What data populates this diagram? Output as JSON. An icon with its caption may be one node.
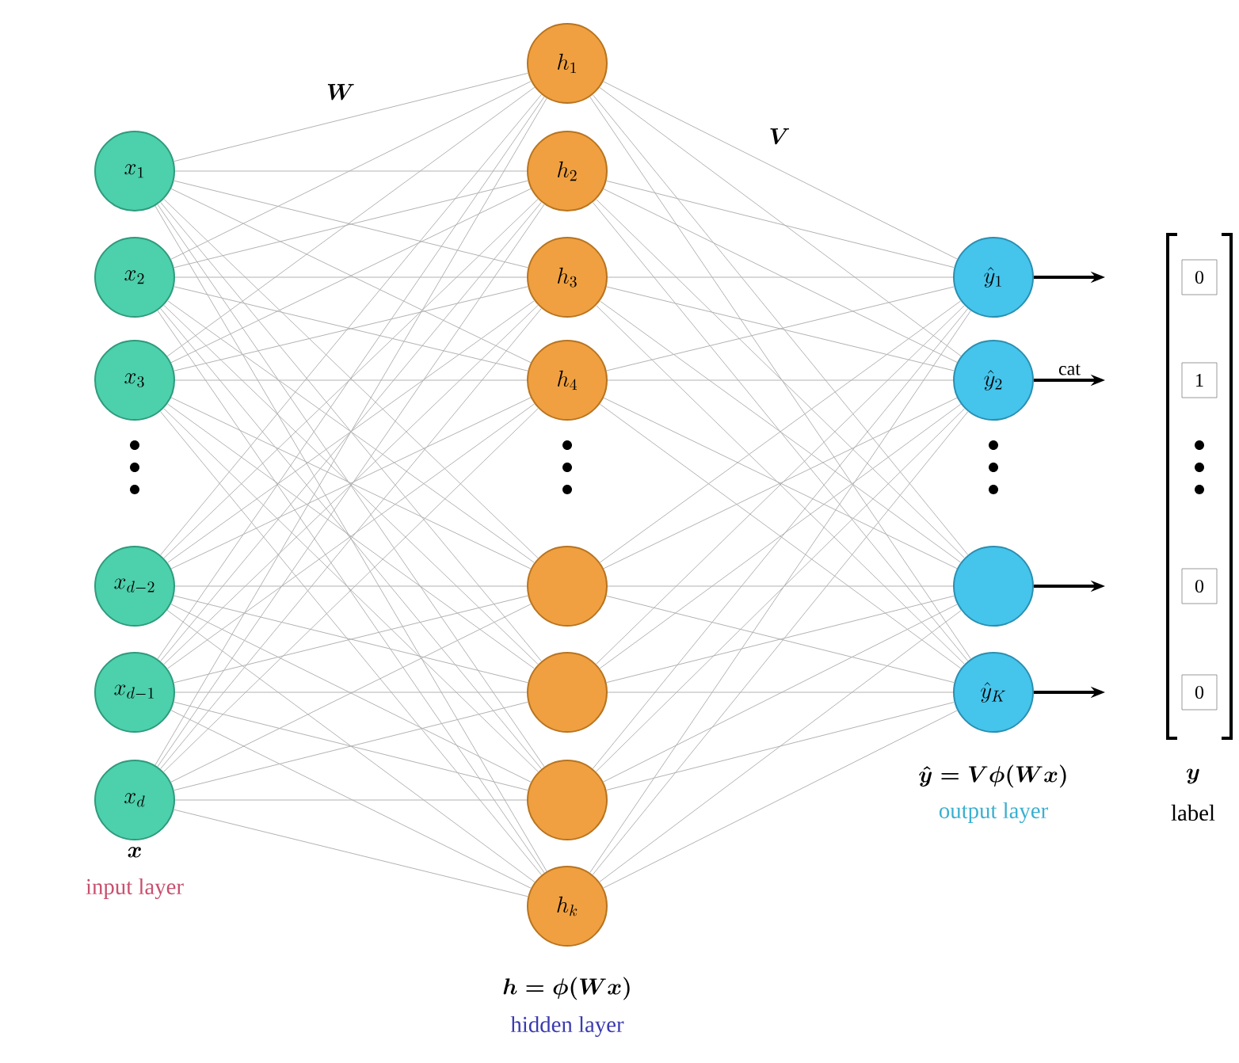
{
  "diagram": {
    "nodes": [
      {
        "text": [
          "x_1"
        ]
      },
      {
        "text": [
          "x_2"
        ]
      },
      {
        "text": [
          "x_3"
        ]
      },
      {
        "text": [
          "x_{d-2}"
        ]
      },
      {
        "text": [
          "x_{d-1}"
        ]
      },
      {
        "text": [
          "x_d"
        ]
      },
      {
        "text": [
          "h_1"
        ]
      },
      {
        "text": [
          "h_2"
        ]
      },
      {
        "text": [
          "h_3"
        ]
      },
      {
        "text": [
          "h_4"
        ]
      },
      {
        "text": [],
        "shape": "circle"
      },
      {
        "text": [],
        "shape": "circle"
      },
      {
        "text": [],
        "shape": "circle"
      },
      {
        "text": [
          "h_k"
        ]
      },
      {
        "text": [
          "\\hat{y}_1"
        ]
      },
      {
        "text": [
          "\\hat{y}_2"
        ]
      },
      {
        "text": [],
        "shape": "circle"
      },
      {
        "text": [
          "\\hat{y}_K"
        ]
      },
      {
        "text": [
          "0"
        ]
      },
      {
        "text": [
          "1"
        ]
      },
      {
        "text": [
          "0"
        ]
      },
      {
        "text": [
          "0"
        ]
      }
    ],
    "edges": [
      {
        "from": 0,
        "to": 6,
        "arrow": "none"
      },
      {
        "from": 0,
        "to": 7,
        "arrow": "none"
      },
      {
        "from": 0,
        "to": 8,
        "arrow": "none"
      },
      {
        "from": 0,
        "to": 9,
        "arrow": "none"
      },
      {
        "from": 0,
        "to": 10,
        "arrow": "none"
      },
      {
        "from": 0,
        "to": 11,
        "arrow": "none"
      },
      {
        "from": 0,
        "to": 12,
        "arrow": "none"
      },
      {
        "from": 0,
        "to": 13,
        "arrow": "none"
      },
      {
        "from": 1,
        "to": 6,
        "arrow": "none"
      },
      {
        "from": 1,
        "to": 7,
        "arrow": "none"
      },
      {
        "from": 1,
        "to": 8,
        "arrow": "none"
      },
      {
        "from": 1,
        "to": 9,
        "arrow": "none"
      },
      {
        "from": 1,
        "to": 10,
        "arrow": "none"
      },
      {
        "from": 1,
        "to": 11,
        "arrow": "none"
      },
      {
        "from": 1,
        "to": 12,
        "arrow": "none"
      },
      {
        "from": 1,
        "to": 13,
        "arrow": "none"
      },
      {
        "from": 2,
        "to": 6,
        "arrow": "none"
      },
      {
        "from": 2,
        "to": 7,
        "arrow": "none"
      },
      {
        "from": 2,
        "to": 8,
        "arrow": "none"
      },
      {
        "from": 2,
        "to": 9,
        "arrow": "none"
      },
      {
        "from": 2,
        "to": 10,
        "arrow": "none"
      },
      {
        "from": 2,
        "to": 11,
        "arrow": "none"
      },
      {
        "from": 2,
        "to": 12,
        "arrow": "none"
      },
      {
        "from": 2,
        "to": 13,
        "arrow": "none"
      },
      {
        "from": 3,
        "to": 6,
        "arrow": "none"
      },
      {
        "from": 3,
        "to": 7,
        "arrow": "none"
      },
      {
        "from": 3,
        "to": 8,
        "arrow": "none"
      },
      {
        "from": 3,
        "to": 9,
        "arrow": "none"
      },
      {
        "from": 3,
        "to": 10,
        "arrow": "none"
      },
      {
        "from": 3,
        "to": 11,
        "arrow": "none"
      },
      {
        "from": 3,
        "to": 12,
        "arrow": "none"
      },
      {
        "from": 3,
        "to": 13,
        "arrow": "none"
      },
      {
        "from": 4,
        "to": 6,
        "arrow": "none"
      },
      {
        "from": 4,
        "to": 7,
        "arrow": "none"
      },
      {
        "from": 4,
        "to": 8,
        "arrow": "none"
      },
      {
        "from": 4,
        "to": 9,
        "arrow": "none"
      },
      {
        "from": 4,
        "to": 10,
        "arrow": "none"
      },
      {
        "from": 4,
        "to": 11,
        "arrow": "none"
      },
      {
        "from": 4,
        "to": 12,
        "arrow": "none"
      },
      {
        "from": 4,
        "to": 13,
        "arrow": "none"
      },
      {
        "from": 5,
        "to": 6,
        "arrow": "none"
      },
      {
        "from": 5,
        "to": 7,
        "arrow": "none"
      },
      {
        "from": 5,
        "to": 8,
        "arrow": "none"
      },
      {
        "from": 5,
        "to": 9,
        "arrow": "none"
      },
      {
        "from": 5,
        "to": 10,
        "arrow": "none"
      },
      {
        "from": 5,
        "to": 11,
        "arrow": "none"
      },
      {
        "from": 5,
        "to": 12,
        "arrow": "none"
      },
      {
        "from": 5,
        "to": 13,
        "arrow": "none"
      },
      {
        "from": 6,
        "to": 14,
        "arrow": "none"
      },
      {
        "from": 6,
        "to": 15,
        "arrow": "none"
      },
      {
        "from": 6,
        "to": 16,
        "arrow": "none"
      },
      {
        "from": 6,
        "to": 17,
        "arrow": "none"
      },
      {
        "from": 7,
        "to": 14,
        "arrow": "none"
      },
      {
        "from": 7,
        "to": 15,
        "arrow": "none"
      },
      {
        "from": 7,
        "to": 16,
        "arrow": "none"
      },
      {
        "from": 7,
        "to": 17,
        "arrow": "none"
      },
      {
        "from": 8,
        "to": 14,
        "arrow": "none"
      },
      {
        "from": 8,
        "to": 15,
        "arrow": "none"
      },
      {
        "from": 8,
        "to": 16,
        "arrow": "none"
      },
      {
        "from": 8,
        "to": 17,
        "arrow": "none"
      },
      {
        "from": 9,
        "to": 14,
        "arrow": "none"
      },
      {
        "from": 9,
        "to": 15,
        "arrow": "none"
      },
      {
        "from": 9,
        "to": 16,
        "arrow": "none"
      },
      {
        "from": 9,
        "to": 17,
        "arrow": "none"
      },
      {
        "from": 10,
        "to": 14,
        "arrow": "none"
      },
      {
        "from": 10,
        "to": 15,
        "arrow": "none"
      },
      {
        "from": 10,
        "to": 16,
        "arrow": "none"
      },
      {
        "from": 10,
        "to": 17,
        "arrow": "none"
      },
      {
        "from": 11,
        "to": 14,
        "arrow": "none"
      },
      {
        "from": 11,
        "to": 15,
        "arrow": "none"
      },
      {
        "from": 11,
        "to": 16,
        "arrow": "none"
      },
      {
        "from": 11,
        "to": 17,
        "arrow": "none"
      },
      {
        "from": 12,
        "to": 14,
        "arrow": "none"
      },
      {
        "from": 12,
        "to": 15,
        "arrow": "none"
      },
      {
        "from": 12,
        "to": 16,
        "arrow": "none"
      },
      {
        "from": 12,
        "to": 17,
        "arrow": "none"
      },
      {
        "from": 13,
        "to": 14,
        "arrow": "none"
      },
      {
        "from": 13,
        "to": 15,
        "arrow": "none"
      },
      {
        "from": 13,
        "to": 16,
        "arrow": "none"
      },
      {
        "from": 13,
        "to": 17,
        "arrow": "none"
      },
      {
        "from": 14,
        "to": null,
        "arrow": "to",
        "style": "thick",
        "color": "#000000"
      },
      {
        "from": 15,
        "to": null,
        "arrow": "to",
        "label": "cat",
        "style": "thick",
        "color": "#000000"
      },
      {
        "from": 16,
        "to": null,
        "arrow": "to",
        "style": "thick",
        "color": "#000000"
      },
      {
        "from": 17,
        "to": null,
        "arrow": "to",
        "style": "thick",
        "color": "#000000"
      }
    ],
    "labels": [
      "W",
      "V",
      "x",
      "input layer",
      "h = \\phi(W x)",
      "hidden layer",
      "\\hat{y} = V \\phi(W x)",
      "output layer",
      "y",
      "label"
    ]
  }
}
